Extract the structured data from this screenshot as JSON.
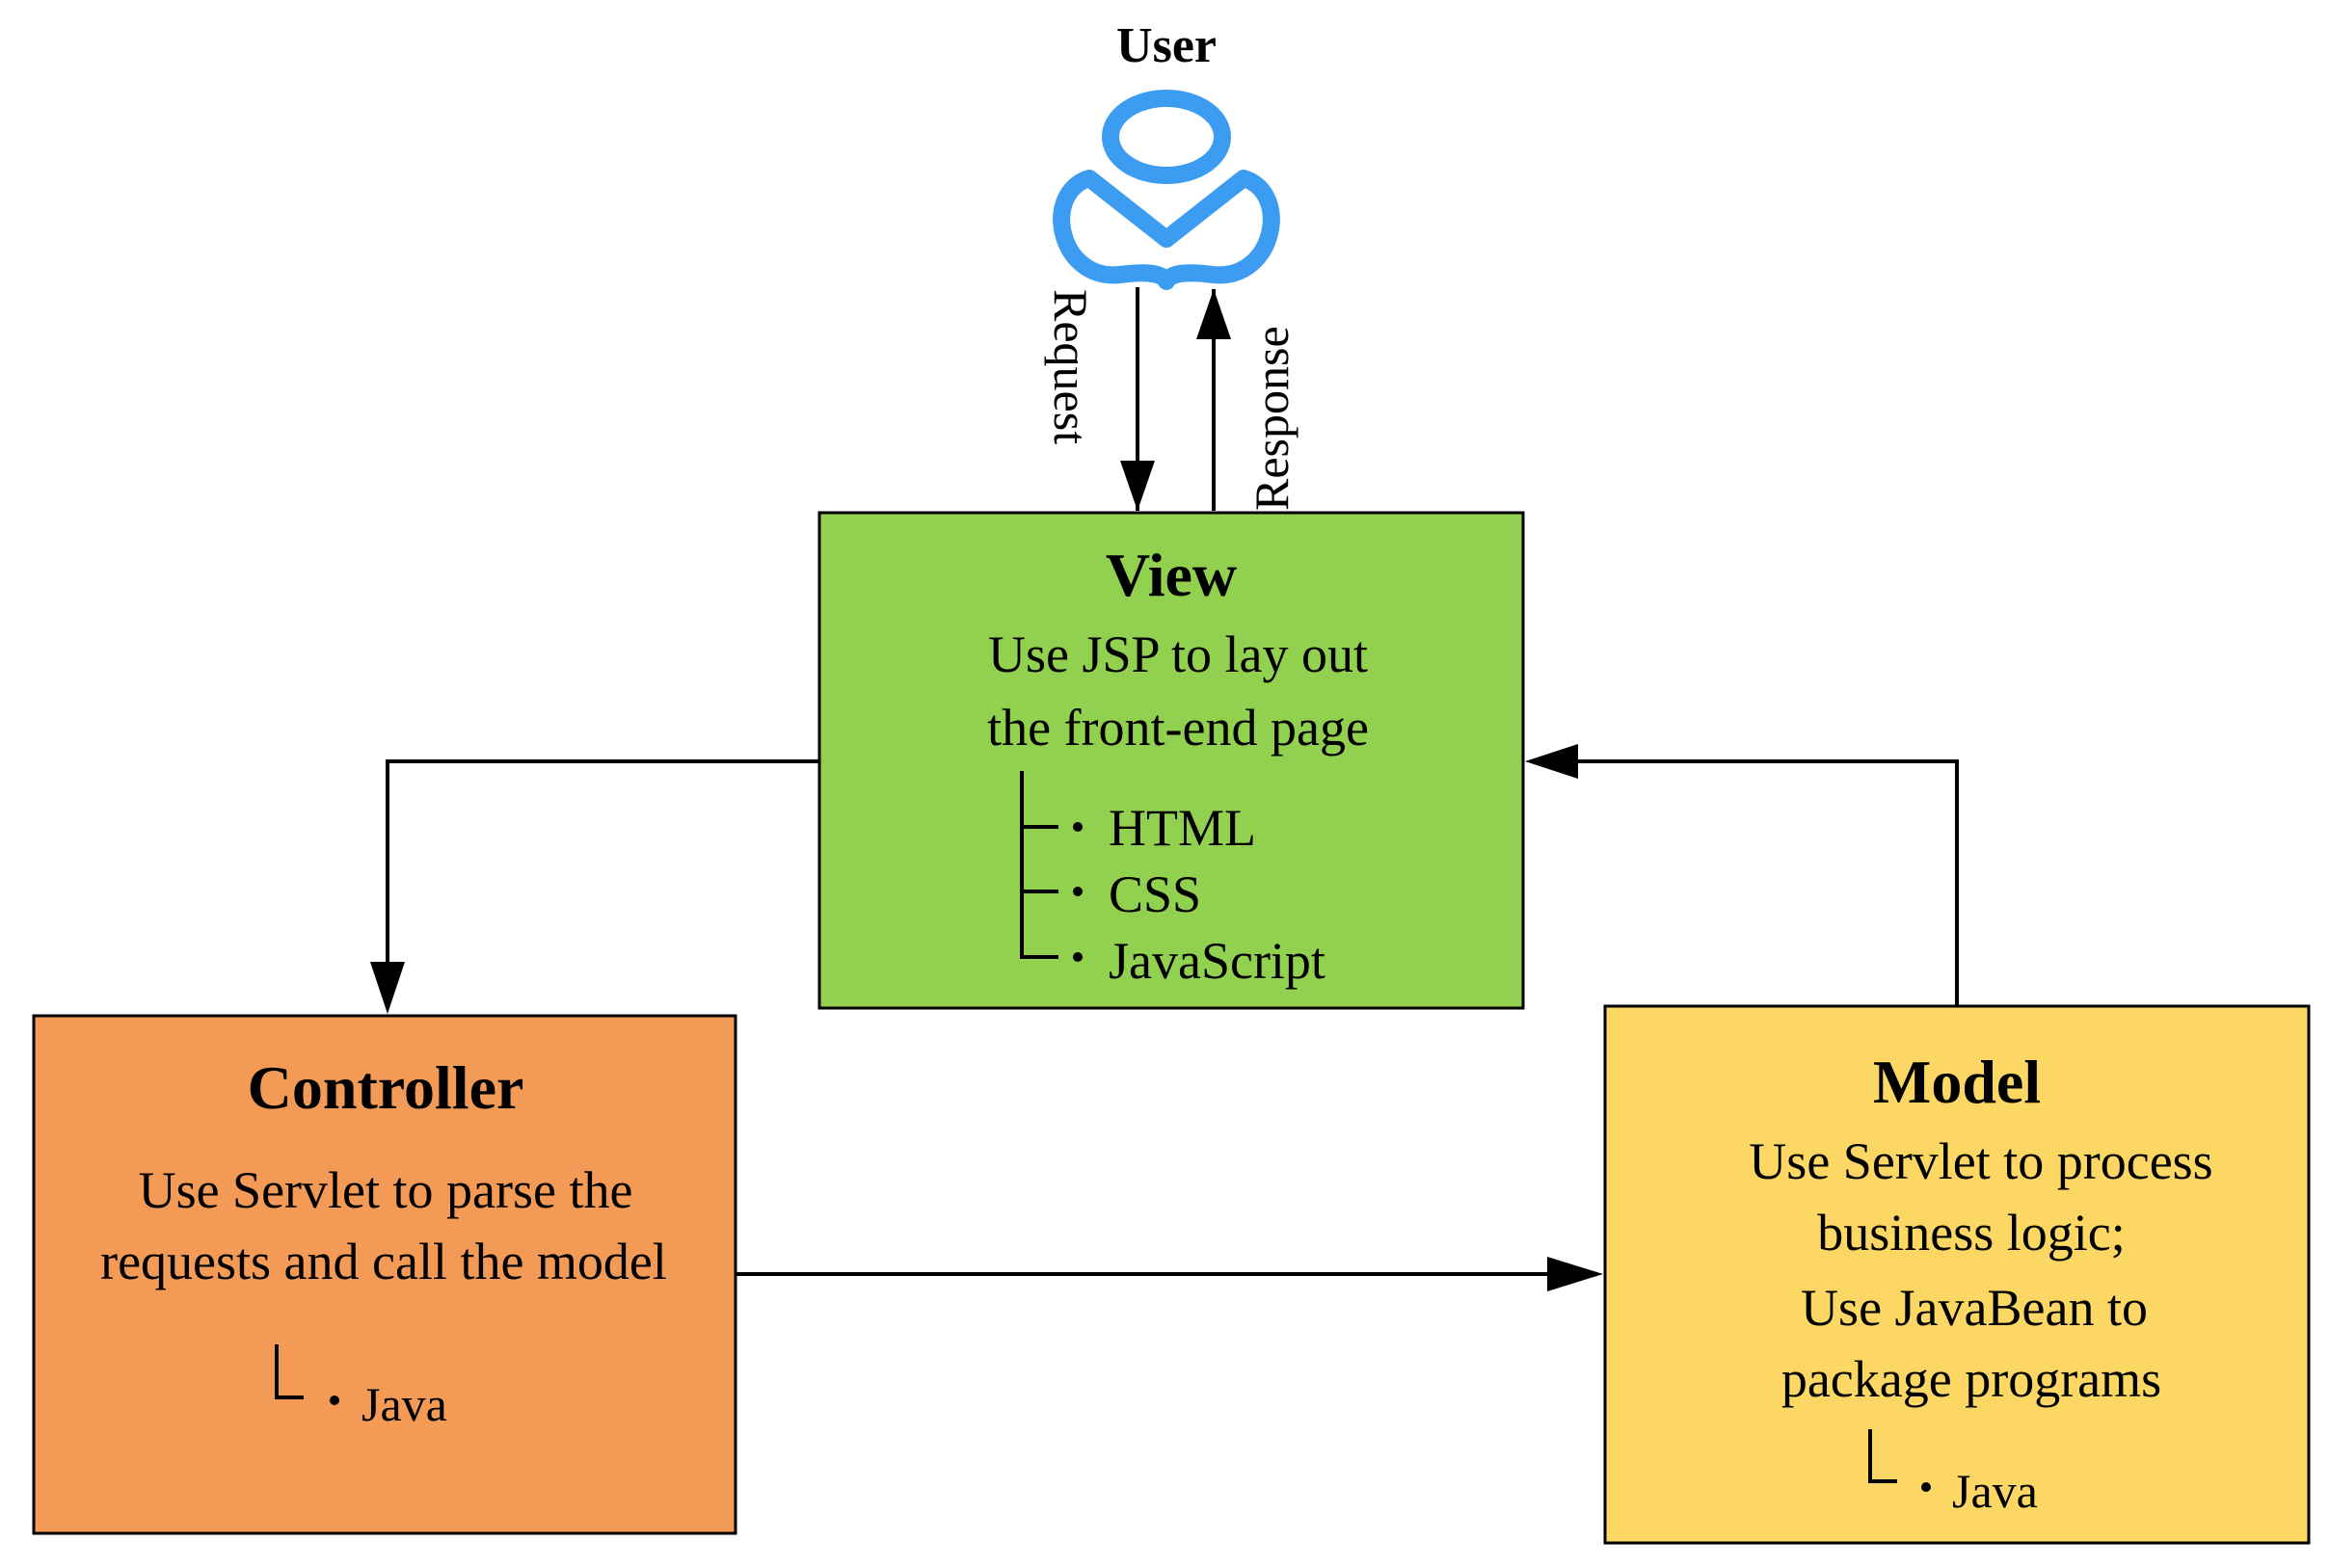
{
  "colors": {
    "view_fill": "#92d050",
    "controller_fill": "#f39b56",
    "model_fill": "#fdd764",
    "user_icon": "#3c9cf2",
    "stroke": "#000000"
  },
  "user": {
    "label": "User",
    "icon": "user-icon",
    "request_label": "Request",
    "response_label": "Response"
  },
  "view": {
    "title": "View",
    "desc_line1": "Use JSP to lay out",
    "desc_line2": "the front-end page",
    "items": [
      "HTML",
      "CSS",
      "JavaScript"
    ]
  },
  "controller": {
    "title": "Controller",
    "desc_line1": "Use Servlet to parse the",
    "desc_line2": "requests and call the model",
    "items": [
      "Java"
    ]
  },
  "model": {
    "title": "Model",
    "desc_line1": "Use Servlet to process",
    "desc_line2": "business logic;",
    "desc_line3": "Use JavaBean to",
    "desc_line4": "package programs",
    "items": [
      "Java"
    ]
  }
}
